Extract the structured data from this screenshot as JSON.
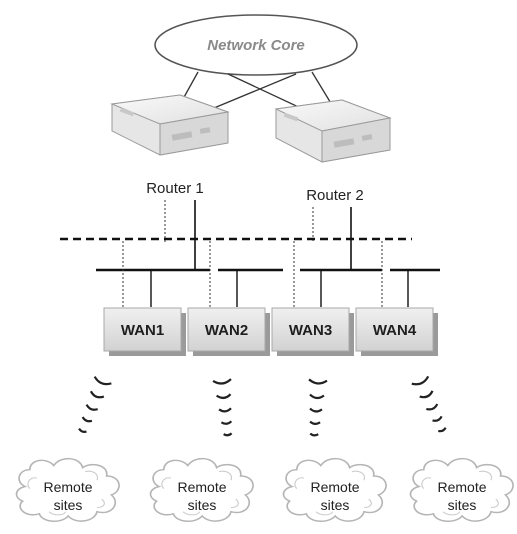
{
  "diagram": {
    "network_core": {
      "label": "Network Core"
    },
    "routers": [
      {
        "label": "Router 1"
      },
      {
        "label": "Router 2"
      }
    ],
    "wan_switches": [
      {
        "label": "WAN1"
      },
      {
        "label": "WAN2"
      },
      {
        "label": "WAN3"
      },
      {
        "label": "WAN4"
      }
    ],
    "remote_sites": [
      {
        "line1": "Remote",
        "line2": "sites"
      },
      {
        "line1": "Remote",
        "line2": "sites"
      },
      {
        "line1": "Remote",
        "line2": "sites"
      },
      {
        "line1": "Remote",
        "line2": "sites"
      }
    ]
  }
}
